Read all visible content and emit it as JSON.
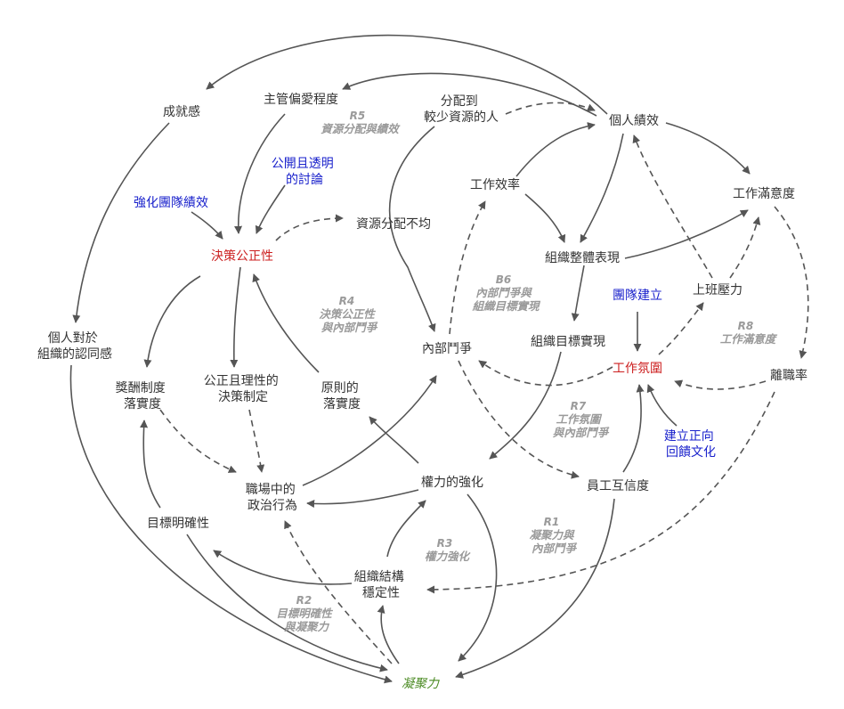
{
  "colors": {
    "variable": "#333333",
    "focal": "#cc1f1f",
    "intervention": "#1a22cc",
    "outcome": "#4a8a22",
    "loop_label": "#9a9a9a",
    "link": "#555555"
  },
  "nodes": {
    "achievement": [
      "成就感"
    ],
    "favoritism": [
      "主管偏愛程度"
    ],
    "fewer_resources": [
      "分配到",
      "較少資源的人"
    ],
    "personal_perf": [
      "個人績效"
    ],
    "work_efficiency": [
      "工作效率"
    ],
    "job_satisfaction": [
      "工作滿意度"
    ],
    "public_discussion": [
      "公開且透明",
      "的討論"
    ],
    "team_perf": [
      "強化團隊績效"
    ],
    "decision_fairness": [
      "決策公正性"
    ],
    "resource_imbalance": [
      "資源分配不均"
    ],
    "org_performance": [
      "組織整體表現"
    ],
    "team_building": [
      "團隊建立"
    ],
    "work_pressure": [
      "上班壓力"
    ],
    "identification": [
      "個人對於",
      "組織的認同感"
    ],
    "internal_struggle": [
      "內部鬥爭"
    ],
    "org_goals": [
      "組織目標實現"
    ],
    "work_atmosphere": [
      "工作氛圍"
    ],
    "turnover": [
      "離職率"
    ],
    "reward_system": [
      "獎酬制度",
      "落實度"
    ],
    "rational_decision": [
      "公正且理性的",
      "決策制定"
    ],
    "principles": [
      "原則的",
      "落實度"
    ],
    "positive_feedback": [
      "建立正向",
      "回饋文化"
    ],
    "politics": [
      "職場中的",
      "政治行為"
    ],
    "power": [
      "權力的強化"
    ],
    "trust": [
      "員工互信度"
    ],
    "goal_clarity": [
      "目標明確性"
    ],
    "structure_stability": [
      "組織結構",
      "穩定性"
    ],
    "cohesion": [
      "凝聚力"
    ]
  },
  "loops": {
    "R5": {
      "id": "R5",
      "name": [
        "資源分配與績效"
      ]
    },
    "B6": {
      "id": "B6",
      "name": [
        "內部鬥爭與",
        "組織目標實現"
      ]
    },
    "R4": {
      "id": "R4",
      "name": [
        "決策公正性",
        "與內部鬥爭"
      ]
    },
    "R8": {
      "id": "R8",
      "name": [
        "工作滿意度"
      ]
    },
    "R7": {
      "id": "R7",
      "name": [
        "工作氛圍",
        "與內部鬥爭"
      ]
    },
    "R1": {
      "id": "R1",
      "name": [
        "凝聚力與",
        "內部鬥爭"
      ]
    },
    "R3": {
      "id": "R3",
      "name": [
        "權力強化"
      ]
    },
    "R2": {
      "id": "R2",
      "name": [
        "目標明確性",
        "與凝聚力"
      ]
    }
  }
}
